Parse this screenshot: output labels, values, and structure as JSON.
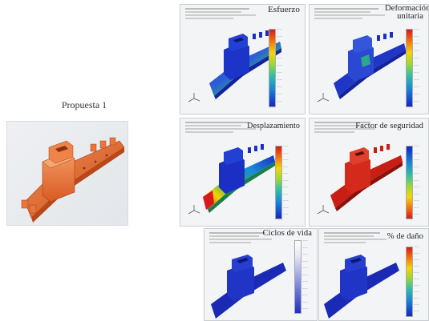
{
  "proposal": {
    "title": "Propuesta 1",
    "image_label": "orange bracket model (Propuesta 1)"
  },
  "panels": [
    {
      "id": "esfuerzo",
      "title": "Esfuerzo",
      "unit": "",
      "footer": ""
    },
    {
      "id": "deformacion",
      "title": "Deformación unitaria",
      "unit": "",
      "footer": ""
    },
    {
      "id": "desplazamiento",
      "title": "Desplazamiento",
      "unit": "",
      "footer": ""
    },
    {
      "id": "factor",
      "title": "Factor de seguridad",
      "unit": "",
      "footer": ""
    },
    {
      "id": "ciclos",
      "title": "Ciclos de vida",
      "unit": "",
      "footer": ""
    },
    {
      "id": "dano",
      "title": "% de daño",
      "unit": "",
      "footer": ""
    }
  ],
  "colors": {
    "proposal_model": "#e6672e",
    "stress_map_blue": "#1b2fc4",
    "stress_map_green": "#2bb45a",
    "safety_map_red": "#c81e14",
    "page_background": "#ffffff"
  }
}
